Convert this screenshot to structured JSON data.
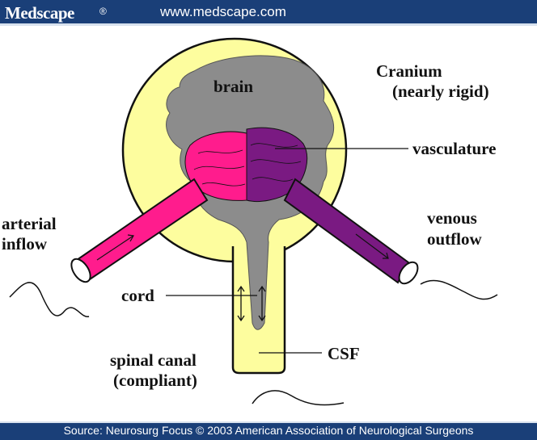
{
  "header": {
    "logo": "Medscape",
    "logo_mark": "®",
    "url": "www.medscape.com"
  },
  "labels": {
    "brain": "brain",
    "cranium": "Cranium",
    "cranium_note": "(nearly rigid)",
    "vasculature": "vasculature",
    "arterial_1": "arterial",
    "arterial_2": "inflow",
    "venous_1": "venous",
    "venous_2": "outflow",
    "cord": "cord",
    "csf": "CSF",
    "spinal_1": "spinal canal",
    "spinal_2": "(compliant)"
  },
  "footer": {
    "source": "Source: Neurosurg Focus © 2003 American Association of Neurological Surgeons"
  },
  "colors": {
    "banner": "#1a3f78",
    "skull": "#fdfd9e",
    "brain": "#8c8c8c",
    "artery": "#ff1c8d",
    "vein": "#7a1a82"
  }
}
